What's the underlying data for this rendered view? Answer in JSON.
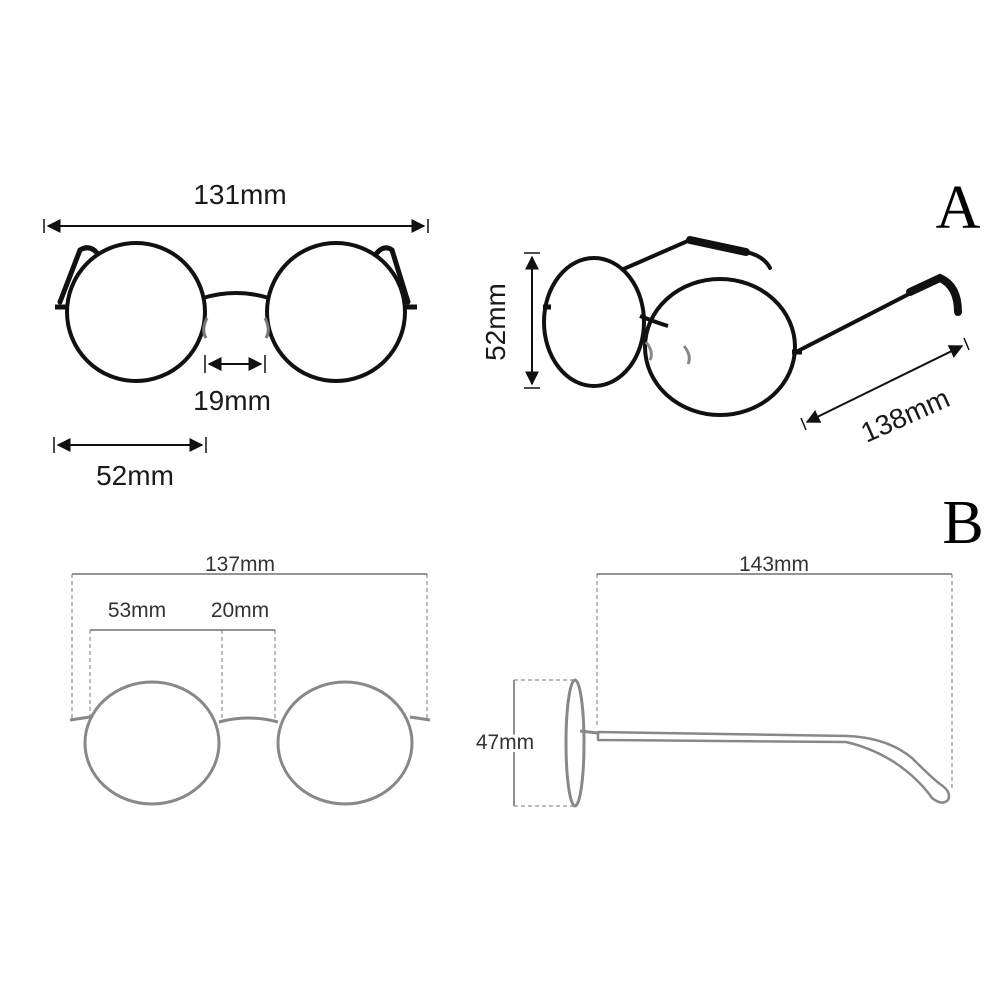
{
  "section_labels": {
    "a": "A",
    "b": "B"
  },
  "figure_a": {
    "front_view": {
      "total_width": "131mm",
      "bridge_width": "19mm",
      "lens_width": "52mm"
    },
    "angled_view": {
      "lens_height": "52mm",
      "temple_length": "138mm"
    }
  },
  "figure_b": {
    "front_view": {
      "total_width": "137mm",
      "lens_width": "53mm",
      "bridge_width": "20mm"
    },
    "side_view": {
      "temple_length": "143mm",
      "lens_height": "47mm"
    }
  },
  "colors": {
    "frame_a": "#111111",
    "frame_b": "#8a8a8a",
    "dimension_a": "#111111",
    "dimension_b": "#555555"
  }
}
